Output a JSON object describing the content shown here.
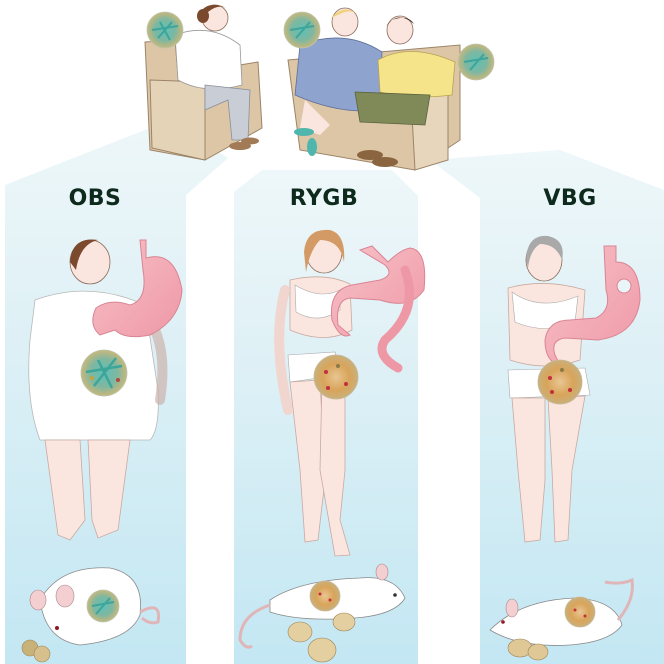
{
  "figure": {
    "type": "scientific-illustration",
    "description_parts": [
      "human donors seated on chairs",
      "three cohort panels",
      "stomach anatomy per cohort",
      "gut microbiome circles",
      "recipient mice with fecal pellets"
    ],
    "colors": {
      "panel_top": "#eaf5f8",
      "panel_bottom": "#c6e8f3",
      "label_text": "#0d2a1c",
      "stomach": "#f3a7b3",
      "stomach_stroke": "#d98494",
      "skin": "#fbe6df",
      "chair": "#d9c3a3",
      "mouse": "#ffffff",
      "pellet": "#d8c08e",
      "microbiome_obs": "#4fb6ad",
      "microbiome_surgery": "#d9a85a",
      "microbiome_red": "#c0303f"
    }
  },
  "top_scene": {
    "left_chair": {
      "person": "obese woman seated in armchair",
      "clothing": [
        "white top",
        "grey trousers",
        "brown sandals"
      ],
      "microbiome": "teal/multicolor"
    },
    "sofa": {
      "people": [
        {
          "person": "blonde woman",
          "clothing": [
            "blue dress",
            "teal shoes"
          ],
          "microbiome": "teal/multicolor"
        },
        {
          "person": "dark-haired woman",
          "clothing": [
            "yellow top",
            "olive shorts",
            "brown shoes"
          ],
          "microbiome": "teal/multicolor"
        }
      ]
    }
  },
  "panels": [
    {
      "id": "obs",
      "label": "OBS",
      "human": "obese woman in white slip",
      "stomach": "intact stomach",
      "microbiome": "teal/blue dominated",
      "mouse": "large obese mouse"
    },
    {
      "id": "rygb",
      "label": "RYGB",
      "human": "woman in white underwear after weight loss",
      "stomach": "Roux-en-Y gastric bypass",
      "microbiome": "orange/red dominated",
      "mouse": "lean mouse"
    },
    {
      "id": "vbg",
      "label": "VBG",
      "human": "grey-haired woman in white underwear",
      "stomach": "vertical banded gastroplasty with band ring",
      "microbiome": "orange/red dominated",
      "mouse": "lean mouse"
    }
  ]
}
